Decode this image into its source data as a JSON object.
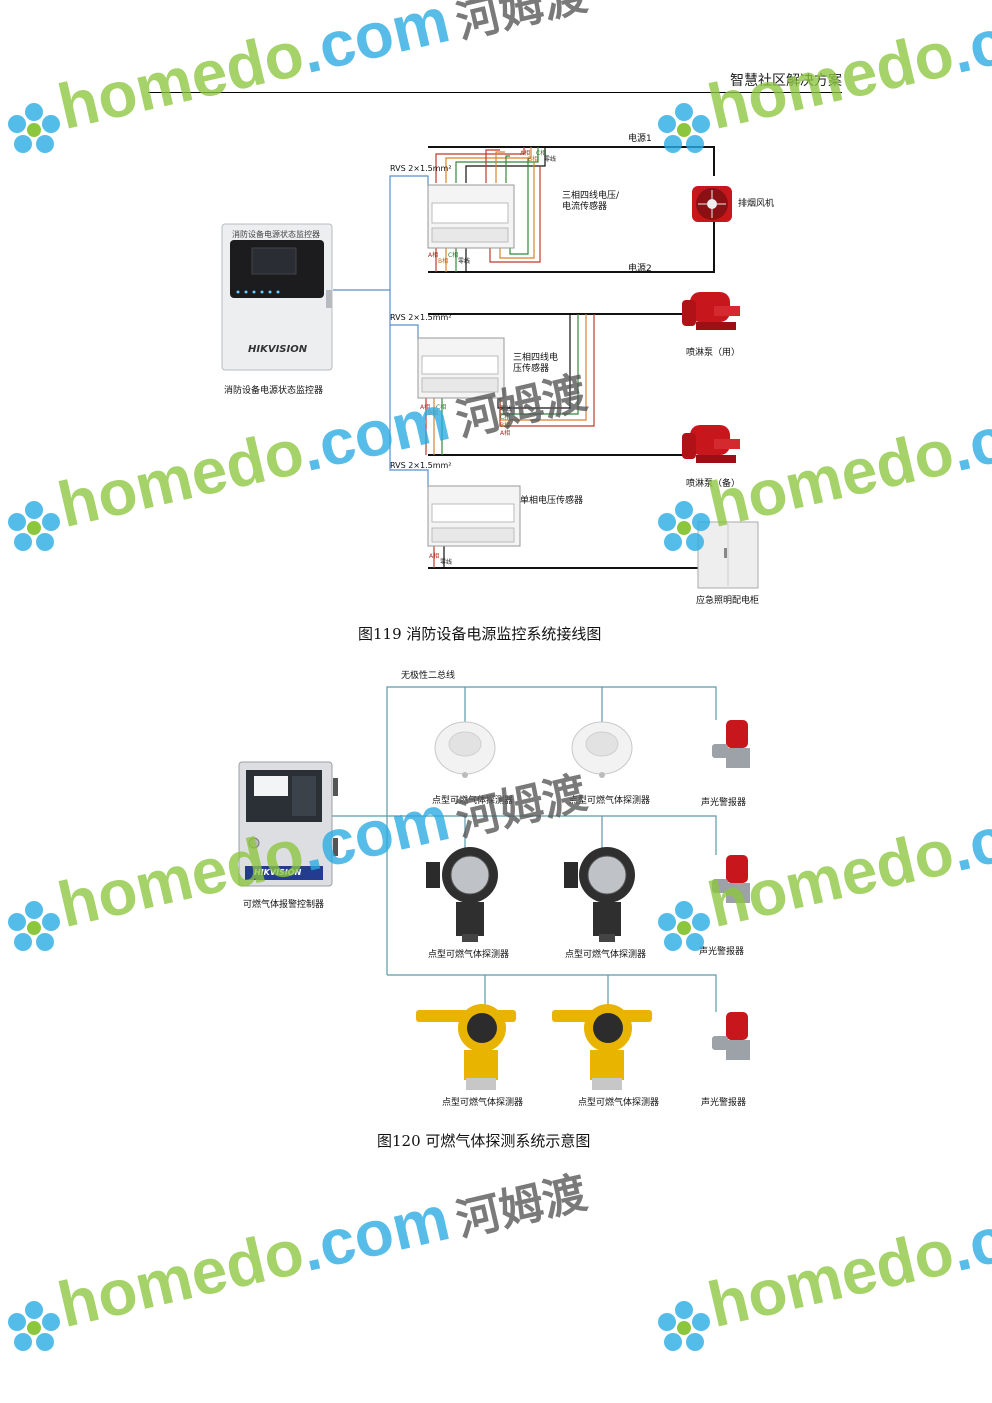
{
  "header": {
    "title": "智慧社区解决方案"
  },
  "figure119": {
    "caption": "图119 消防设备电源监控系统接线图",
    "controller_screen_title": "消防设备电源状态监控器",
    "controller_brand": "HIKVISION",
    "controller_label": "消防设备电源状态监控器",
    "cable_spec_1": "RVS 2×1.5mm²",
    "cable_spec_2": "RVS 2×1.5mm²",
    "cable_spec_3": "RVS 2×1.5mm²",
    "power1": "电源1",
    "power2": "电源2",
    "sensor1": "三相四线电压/\n电流传感器",
    "sensor2": "三相四线电\n压传感器",
    "sensor3": "单相电压传感器",
    "fan": "排烟风机",
    "pump1": "喷淋泵（用）",
    "pump2": "喷淋泵（备）",
    "cabinet": "应急照明配电柜",
    "phase_top": [
      "A相",
      "B相",
      "C相",
      "零线"
    ],
    "phase_bottom": [
      "A相",
      "B相",
      "C相",
      "零线"
    ],
    "phase_s2_left": [
      "A相",
      "B相",
      "C相"
    ],
    "phase_s2_right": [
      "零线",
      "C相",
      "B相",
      "A相"
    ],
    "phase_s3": [
      "A相",
      "零线"
    ]
  },
  "figure120": {
    "caption": "图120 可燃气体探测系统示意图",
    "bus_label": "无极性二总线",
    "controller_brand": "HIKVISION",
    "controller_label": "可燃气体报警控制器",
    "row1": [
      "点型可燃气体探测器",
      "点型可燃气体探测器",
      "声光警报器"
    ],
    "row2": [
      "点型可燃气体探测器",
      "点型可燃气体探测器",
      "声光警报器"
    ],
    "row3": [
      "点型可燃气体探测器",
      "点型可燃气体探测器",
      "声光警报器"
    ]
  },
  "watermark": {
    "text_home": "homedo",
    "text_dot": ".com",
    "text_cn": "河姆渡"
  },
  "colors": {
    "wire_blue": "#5b8ec7",
    "wire_red": "#c0392b",
    "wire_orange": "#d9822b",
    "wire_green": "#2e8b3a",
    "wire_black": "#111111",
    "pump_red": "#c8161d",
    "detector_yellow": "#e8b400",
    "watermark_green": "#8cc63f",
    "watermark_blue": "#29abe2"
  }
}
